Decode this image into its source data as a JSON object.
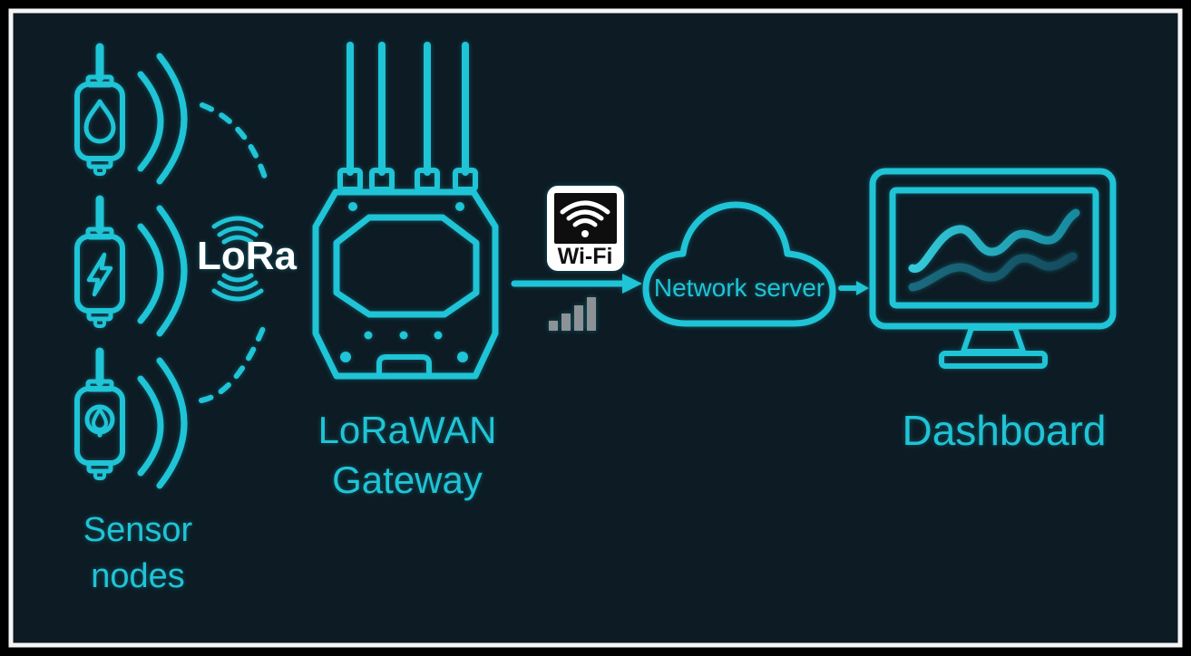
{
  "title": "LoRaWAN network architecture diagram",
  "theme": {
    "background": "#0c1b24",
    "frame_outer": "#000000",
    "frame_line": "#f5f5f5",
    "accent": "#1fc4d6",
    "lora_text": "#ffffff",
    "wifi_badge_bg": "#ffffff",
    "wifi_badge_fg": "#111111",
    "bars": "#8d9296",
    "wave_bright_left": "#34cbdb",
    "wave_bright_right": "#17899e",
    "wave_dark_left": "#1a6b80",
    "wave_dark_right": "#144b5e"
  },
  "sensors": {
    "label_line1": "Sensor",
    "label_line2": "nodes",
    "items": [
      {
        "icon": "water-droplet-icon"
      },
      {
        "icon": "lightning-bolt-icon"
      },
      {
        "icon": "light-bulb-icon"
      }
    ]
  },
  "lora": {
    "label": "LoRa"
  },
  "gateway": {
    "label_line1": "LoRaWAN",
    "label_line2": "Gateway",
    "antenna_count": 4
  },
  "wifi": {
    "label": "Wi-Fi"
  },
  "network_server": {
    "label": "Network server"
  },
  "dashboard": {
    "label": "Dashboard"
  }
}
